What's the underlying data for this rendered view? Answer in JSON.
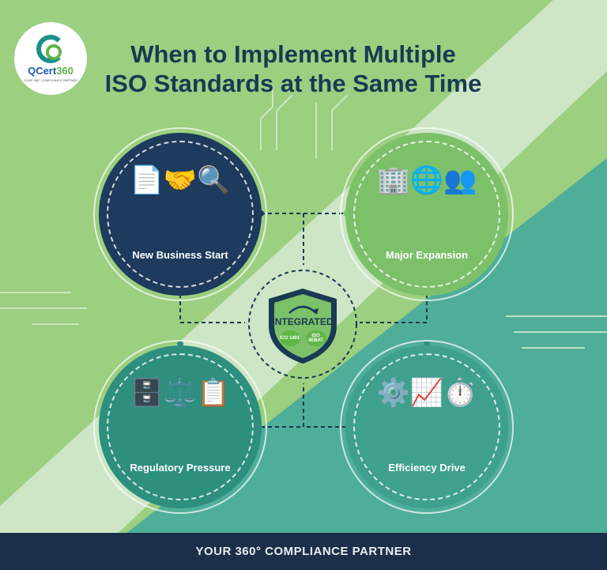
{
  "logo": {
    "brand_q": "QCert",
    "brand_num": "360",
    "tagline": "YOUR 360° COMPLIANCE PARTNER"
  },
  "title": {
    "line1": "When to Implement Multiple",
    "line2": "ISO Standards at the Same Time"
  },
  "scenarios": [
    {
      "label": "New Business Start",
      "icons": "📄🤝🔍",
      "color": "#1e3a5c"
    },
    {
      "label": "Major Expansion",
      "icons": "🏢🌐👥",
      "color": "#7cc06a"
    },
    {
      "label": "Regulatory Pressure",
      "icons": "🗄️⚖️📋",
      "color": "#2e8f7f"
    },
    {
      "label": "Efficiency Drive",
      "icons": "⚙️📈⏱️",
      "color": "#3ea08d"
    }
  ],
  "center": {
    "label": "INTEGRATED",
    "badge1": "ICO 1401",
    "badge2": "ISO 4EBAT"
  },
  "footer": {
    "text": "YOUR 360° COMPLIANCE PARTNER"
  },
  "colors": {
    "navy": "#183a52",
    "green": "#9ccf80",
    "teal": "#4fae9a",
    "footer": "#1b3048"
  }
}
